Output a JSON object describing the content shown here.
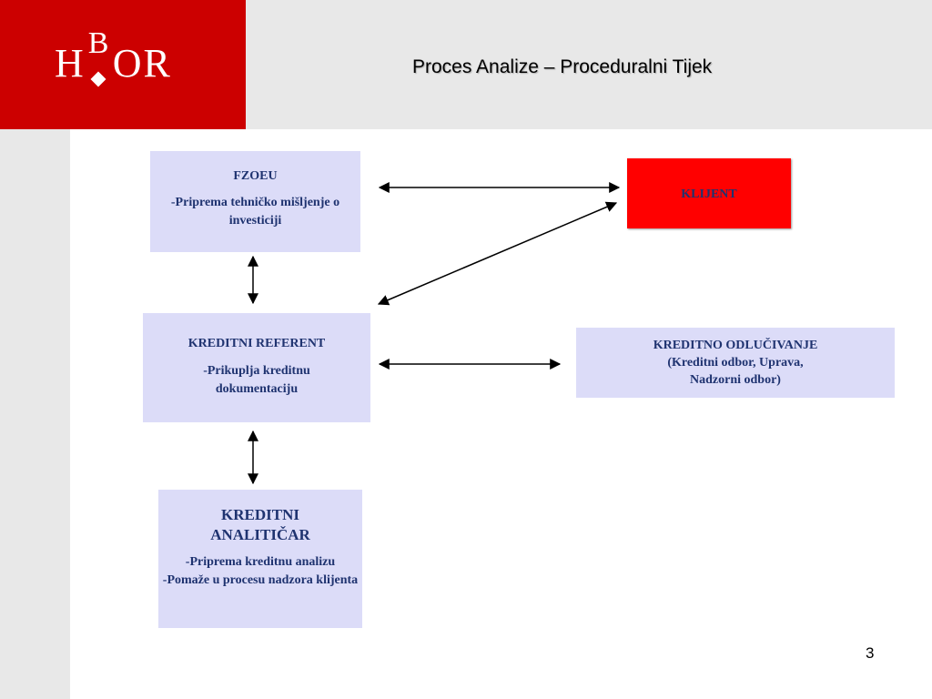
{
  "header": {
    "logo": {
      "left": "H",
      "top_letter": "B",
      "right": "OR"
    },
    "title": "Proces Analize – Proceduralni Tijek"
  },
  "diagram": {
    "fzoeu": {
      "title": "FZOEU",
      "line1": "-Priprema tehničko mišljenje o investiciji"
    },
    "referent": {
      "title": "KREDITNI REFERENT",
      "line1": "-Prikuplja kreditnu dokumentaciju"
    },
    "analiticar": {
      "title": "KREDITNI ANALITIČAR",
      "line1": "-Priprema kreditnu analizu",
      "line2": "-Pomaže u procesu nadzora klijenta"
    },
    "klijent": {
      "title": "KLIJENT"
    },
    "odlucivanje": {
      "title": "KREDITNO ODLUČIVANJE",
      "line1": "(Kreditni odbor, Uprava,",
      "line2": "Nadzorni odbor)"
    }
  },
  "colors": {
    "brand_red": "#cc0000",
    "box_fill": "#dcdcf8",
    "client_fill": "#ff0000",
    "box_text": "#1f3370"
  },
  "page_number": "3"
}
